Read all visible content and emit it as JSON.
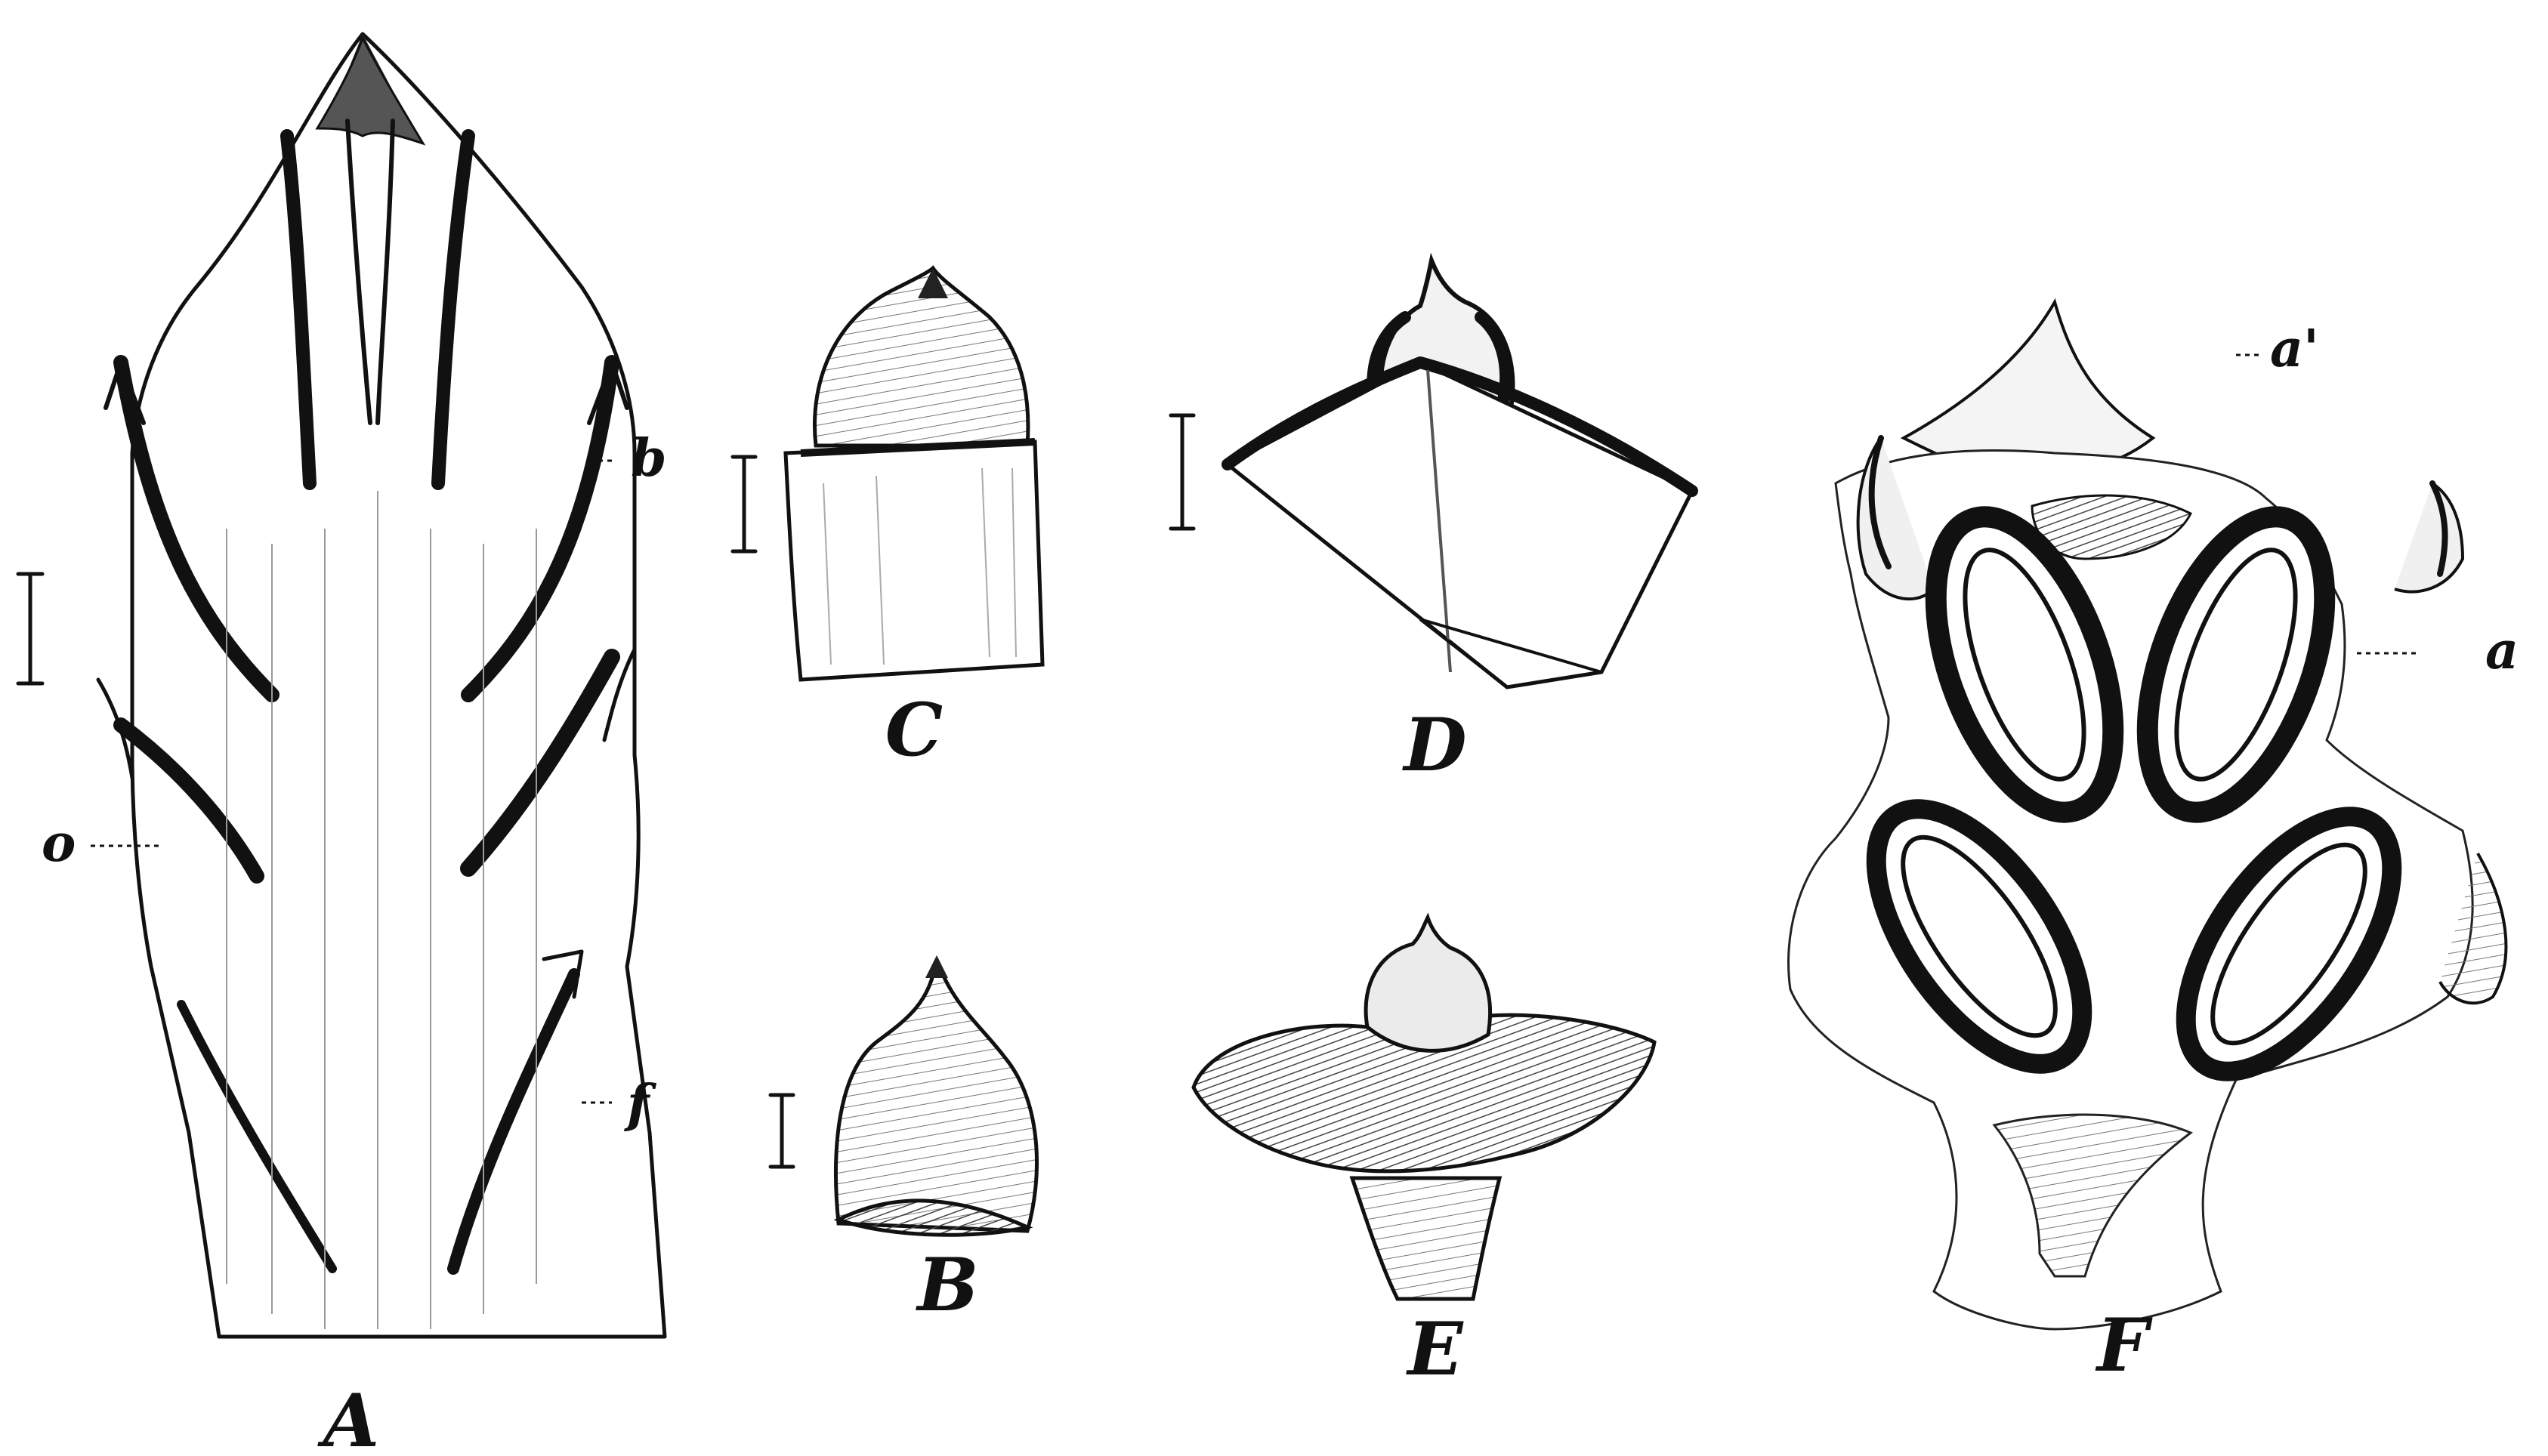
{
  "figures": {
    "A": {
      "label": "A",
      "parts": {
        "b": "b",
        "o": "o",
        "f": "f"
      }
    },
    "B": {
      "label": "B"
    },
    "C": {
      "label": "C"
    },
    "D": {
      "label": "D"
    },
    "E": {
      "label": "E"
    },
    "F": {
      "label": "F",
      "parts": {
        "a_prime": "a'",
        "a": "a"
      }
    }
  },
  "colors": {
    "ink": "#111111",
    "paper": "#ffffff",
    "shade": "#555555"
  }
}
